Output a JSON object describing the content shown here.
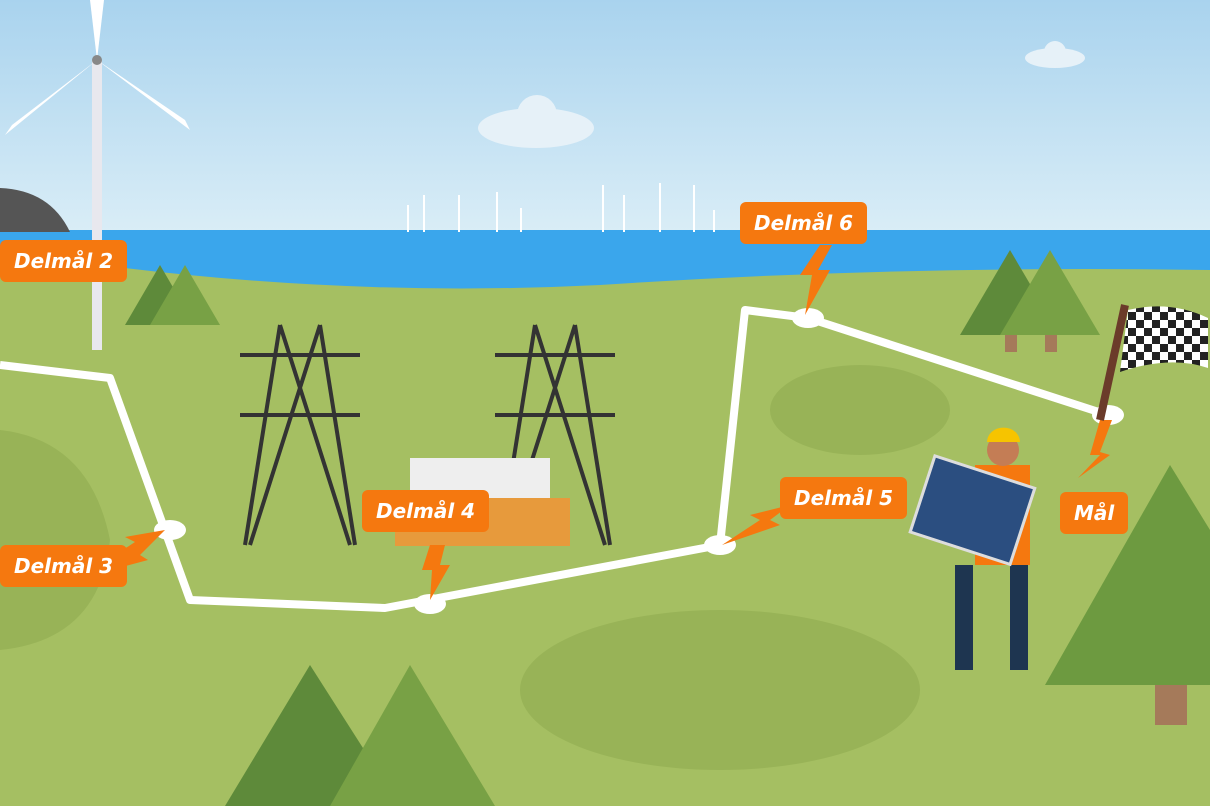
{
  "milestones": {
    "m2": "Delmål 2",
    "m3": "Delmål 3",
    "m4": "Delmål 4",
    "m5": "Delmål 5",
    "m6": "Delmål 6",
    "goal": "Mål"
  },
  "colors": {
    "sky": "#b9dcef",
    "sea": "#3aa6ec",
    "grass": "#a5bf62",
    "path": "#ffffff",
    "accent": "#f5780f"
  }
}
